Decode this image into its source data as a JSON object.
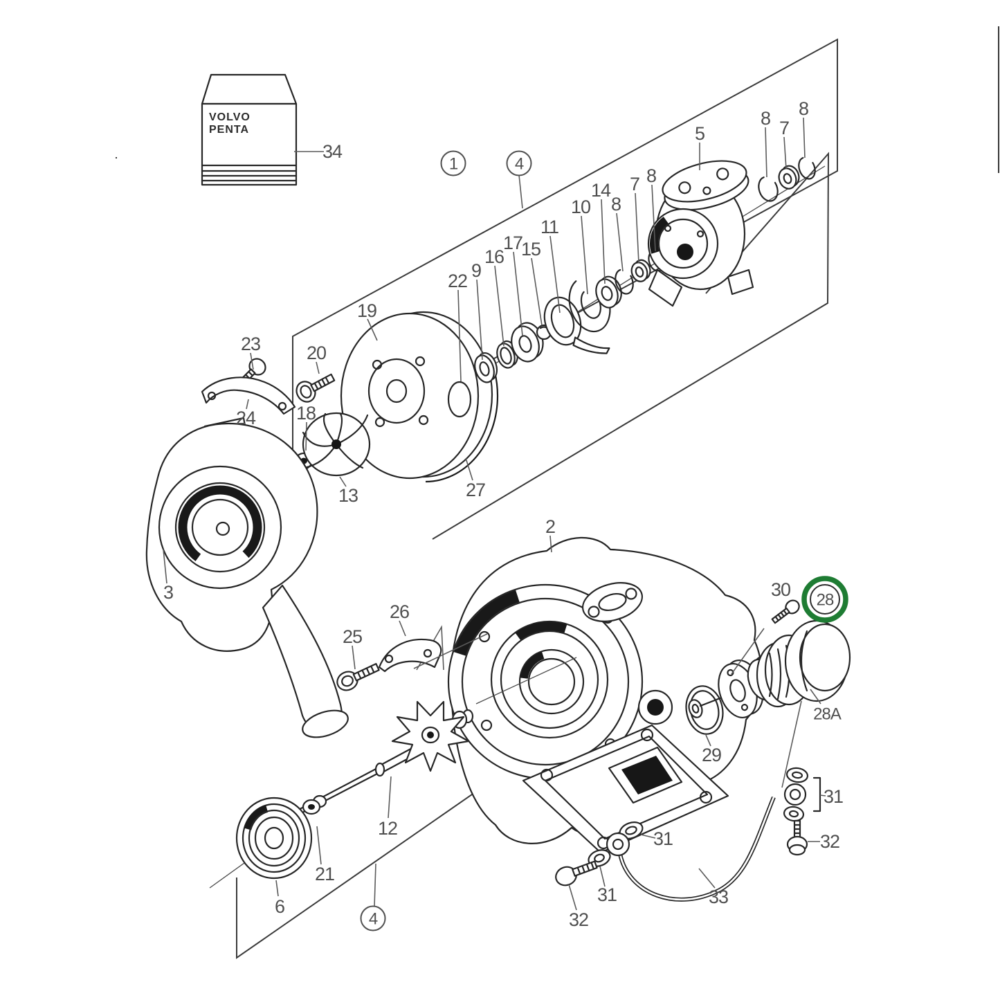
{
  "diagram_type": "exploded-parts-diagram",
  "colors": {
    "line": "#2a2a2a",
    "label": "#4f4f4f",
    "highlight_green": "#1e7c33",
    "dark_fill": "#171717",
    "background": "#ffffff"
  },
  "brand_box": {
    "line1": "VOLVO",
    "line2": "PENTA"
  },
  "highlighted_callout": {
    "label": "28"
  },
  "callouts": {
    "ref1": "1",
    "ref4top": "4",
    "ref4bottom": "4",
    "c34": "34",
    "c19": "19",
    "c22": "22",
    "c9": "9",
    "c16": "16",
    "c17": "17",
    "c15": "15",
    "c11": "11",
    "c10": "10",
    "c14": "14",
    "c8a": "8",
    "c7a": "7",
    "c8b": "8",
    "c5": "5",
    "c8c": "8",
    "c7b": "7",
    "c8d": "8",
    "c23": "23",
    "c20": "20",
    "c24": "24",
    "c18": "18",
    "c13": "13",
    "c27": "27",
    "c3": "3",
    "c2": "2",
    "c26": "26",
    "c25": "25",
    "c29": "29",
    "c30": "30",
    "c28A": "28A",
    "c31r": "31",
    "c32r": "32",
    "c31m": "31",
    "c31b": "31",
    "c32b": "32",
    "c33": "33",
    "c12": "12",
    "c21": "21",
    "c6": "6"
  }
}
